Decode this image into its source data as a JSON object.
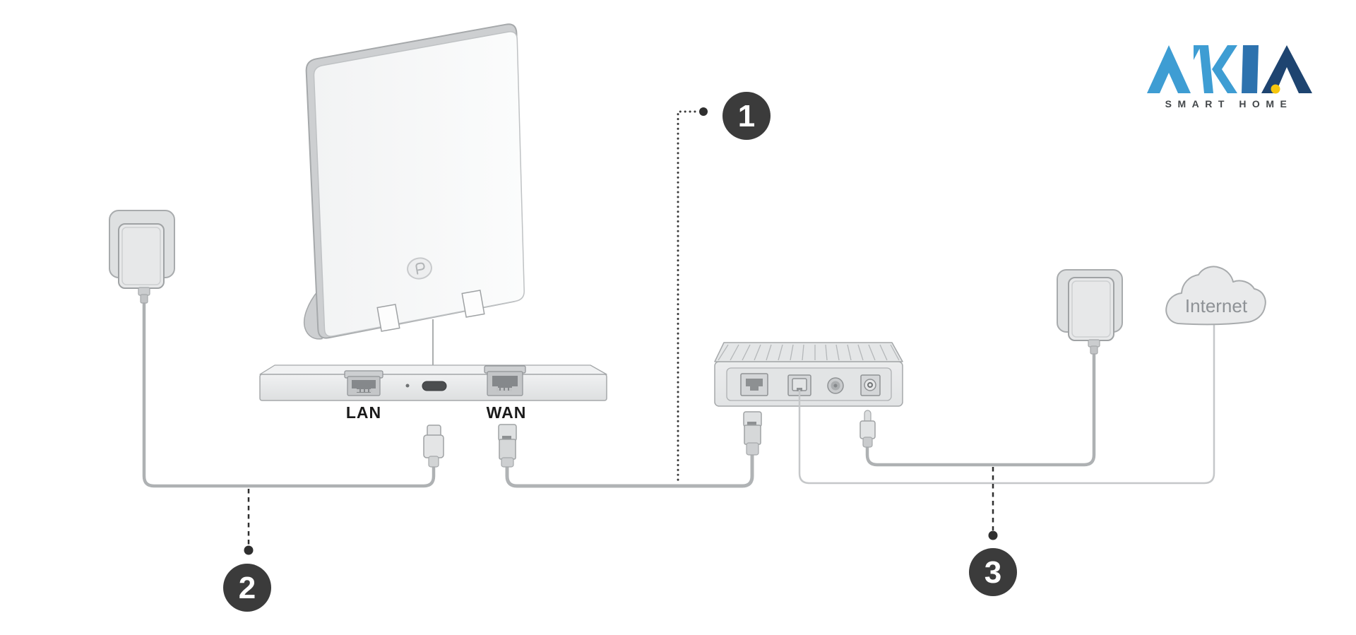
{
  "brand": {
    "name": "AKIA",
    "tagline": "SMART HOME",
    "colors": {
      "light_blue": "#3E9DD3",
      "mid_blue": "#2D72AE",
      "navy": "#1E4470",
      "accent_yellow": "#F6C60D",
      "tagline": "#43474A"
    }
  },
  "device_labels": {
    "lan": "LAN",
    "wan": "WAN",
    "internet": "Internet"
  },
  "colors": {
    "label_text": "#1A1A1A",
    "internet_text": "#8E9296",
    "callout": "#3B3B3B"
  },
  "callouts": {
    "items": [
      {
        "number": "1"
      },
      {
        "number": "2"
      },
      {
        "number": "3"
      }
    ]
  }
}
